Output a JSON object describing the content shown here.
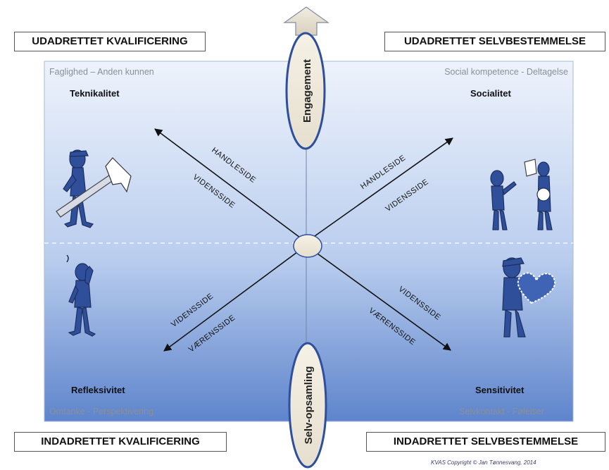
{
  "corner_labels": {
    "top_left": "UDADRETTET KVALIFICERING",
    "top_right": "UDADRETTET SELVBESTEMMELSE",
    "bottom_left": "INDADRETTET KVALIFICERING",
    "bottom_right": "INDADRETTET SELVBESTEMMELSE"
  },
  "quadrants": {
    "top_left": {
      "subtitle": "Faglighed – Anden kunnen",
      "title": "Teknikalitet"
    },
    "top_right": {
      "subtitle": "Social kompetence - Deltagelse",
      "title": "Socialitet"
    },
    "bottom_left": {
      "subtitle": "Omtanke - Perspektivering",
      "title": "Refleksivitet"
    },
    "bottom_right": {
      "subtitle": "Selvkontakt - Følelser",
      "title": "Sensitivitet"
    }
  },
  "axis_labels": {
    "top": "Engagement",
    "bottom": "Selv-opsamling"
  },
  "arrow_labels": {
    "upper_left": [
      "HANDLESIDE",
      "VIDENSSIDE"
    ],
    "upper_right": [
      "HANDLESIDE",
      "VIDENSSIDE"
    ],
    "lower_left": [
      "VIDENSSIDE",
      "VÆRENSSIDE"
    ],
    "lower_right": [
      "VIDENSSIDE",
      "VÆRENSSIDE"
    ]
  },
  "copyright": "KVAS Copyright © Jan Tønnesvang, 2014",
  "colors": {
    "panel_top": "#e9f0fb",
    "panel_bottom": "#4a72c4",
    "figure": "#2f4f9a",
    "ellipse_fill": "#efe9dc",
    "ellipse_stroke": "#2d4f9e"
  }
}
